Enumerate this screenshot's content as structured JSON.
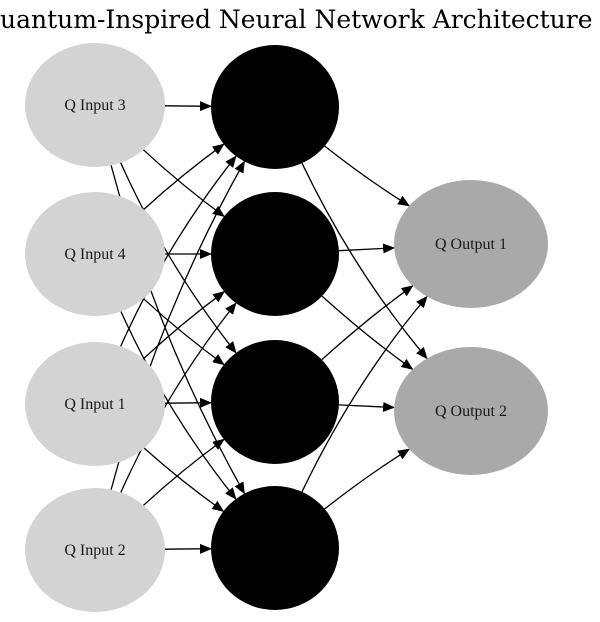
{
  "title": "Quantum-Inspired Neural Network Architecture",
  "colors": {
    "input_fill": "#d3d3d3",
    "hidden_fill": "#000000",
    "output_fill": "#a9a9a9",
    "edge": "#000000",
    "label": "#1a1a1a"
  },
  "nodes": [
    {
      "id": "in3",
      "layer": "input",
      "label": "Q Input 3"
    },
    {
      "id": "in4",
      "layer": "input",
      "label": "Q Input 4"
    },
    {
      "id": "in1",
      "layer": "input",
      "label": "Q Input 1"
    },
    {
      "id": "in2",
      "layer": "input",
      "label": "Q Input 2"
    },
    {
      "id": "h1",
      "layer": "hidden",
      "label": ""
    },
    {
      "id": "h2",
      "layer": "hidden",
      "label": ""
    },
    {
      "id": "h3",
      "layer": "hidden",
      "label": ""
    },
    {
      "id": "h4",
      "layer": "hidden",
      "label": ""
    },
    {
      "id": "out1",
      "layer": "output",
      "label": "Q Output 1"
    },
    {
      "id": "out2",
      "layer": "output",
      "label": "Q Output 2"
    }
  ],
  "edges": [
    {
      "from": "in3",
      "to": "h1"
    },
    {
      "from": "in3",
      "to": "h2"
    },
    {
      "from": "in3",
      "to": "h3"
    },
    {
      "from": "in3",
      "to": "h4"
    },
    {
      "from": "in4",
      "to": "h1"
    },
    {
      "from": "in4",
      "to": "h2"
    },
    {
      "from": "in4",
      "to": "h3"
    },
    {
      "from": "in4",
      "to": "h4"
    },
    {
      "from": "in1",
      "to": "h1"
    },
    {
      "from": "in1",
      "to": "h2"
    },
    {
      "from": "in1",
      "to": "h3"
    },
    {
      "from": "in1",
      "to": "h4"
    },
    {
      "from": "in2",
      "to": "h1"
    },
    {
      "from": "in2",
      "to": "h2"
    },
    {
      "from": "in2",
      "to": "h3"
    },
    {
      "from": "in2",
      "to": "h4"
    },
    {
      "from": "h1",
      "to": "out1"
    },
    {
      "from": "h1",
      "to": "out2"
    },
    {
      "from": "h2",
      "to": "out1"
    },
    {
      "from": "h2",
      "to": "out2"
    },
    {
      "from": "h3",
      "to": "out1"
    },
    {
      "from": "h3",
      "to": "out2"
    },
    {
      "from": "h4",
      "to": "out1"
    },
    {
      "from": "h4",
      "to": "out2"
    }
  ]
}
